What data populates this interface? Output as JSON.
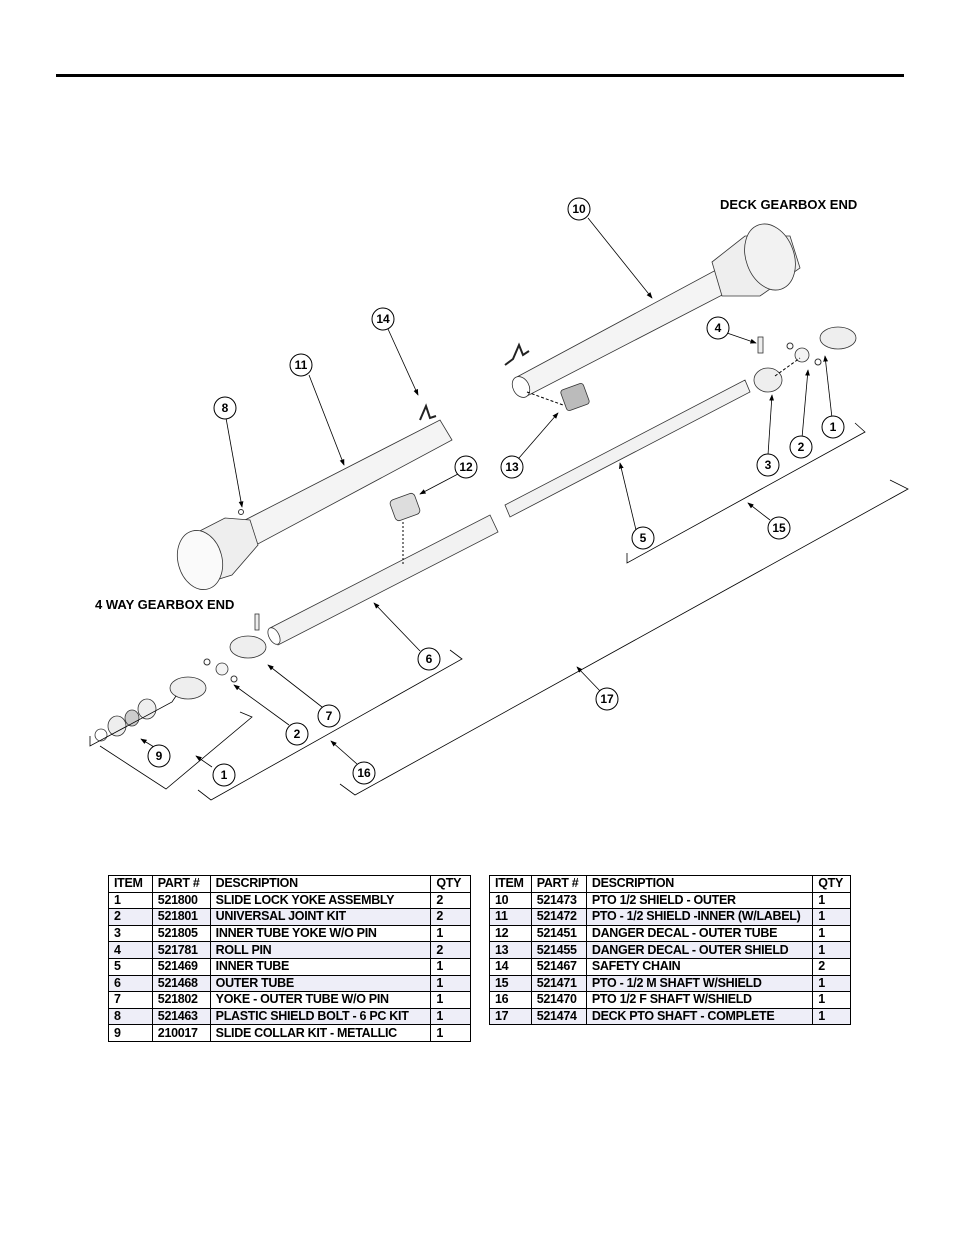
{
  "document": {
    "labels": {
      "deck_end": "DECK GEARBOX END",
      "gearbox_end": "4 WAY GEARBOX END"
    },
    "callouts": [
      "1",
      "2",
      "3",
      "4",
      "5",
      "6",
      "7",
      "8",
      "9",
      "10",
      "11",
      "12",
      "13",
      "14",
      "15",
      "16",
      "17"
    ],
    "table_headers": {
      "item": "ITEM",
      "part": "PART #",
      "description": "DESCRIPTION",
      "qty": "QTY"
    },
    "parts_left": [
      {
        "item": "1",
        "part": "521800",
        "description": "SLIDE LOCK YOKE ASSEMBLY",
        "qty": "2"
      },
      {
        "item": "2",
        "part": "521801",
        "description": "UNIVERSAL JOINT KIT",
        "qty": "2"
      },
      {
        "item": "3",
        "part": "521805",
        "description": "INNER TUBE YOKE W/O PIN",
        "qty": "1"
      },
      {
        "item": "4",
        "part": "521781",
        "description": "ROLL PIN",
        "qty": "2"
      },
      {
        "item": "5",
        "part": "521469",
        "description": "INNER TUBE",
        "qty": "1"
      },
      {
        "item": "6",
        "part": "521468",
        "description": "OUTER TUBE",
        "qty": "1"
      },
      {
        "item": "7",
        "part": "521802",
        "description": "YOKE - OUTER TUBE W/O PIN",
        "qty": "1"
      },
      {
        "item": "8",
        "part": "521463",
        "description": "PLASTIC SHIELD BOLT - 6 PC KIT",
        "qty": "1"
      },
      {
        "item": "9",
        "part": "210017",
        "description": "SLIDE COLLAR KIT - METALLIC",
        "qty": "1"
      }
    ],
    "parts_right": [
      {
        "item": "10",
        "part": "521473",
        "description": "PTO 1/2 SHIELD - OUTER",
        "qty": "1"
      },
      {
        "item": "11",
        "part": "521472",
        "description": "PTO - 1/2 SHIELD -INNER (W/LABEL)",
        "qty": "1"
      },
      {
        "item": "12",
        "part": "521451",
        "description": "DANGER DECAL - OUTER TUBE",
        "qty": "1"
      },
      {
        "item": "13",
        "part": "521455",
        "description": "DANGER DECAL - OUTER SHIELD",
        "qty": "1"
      },
      {
        "item": "14",
        "part": "521467",
        "description": "SAFETY CHAIN",
        "qty": "2"
      },
      {
        "item": "15",
        "part": "521471",
        "description": "PTO - 1/2 M SHAFT W/SHIELD",
        "qty": "1"
      },
      {
        "item": "16",
        "part": "521470",
        "description": "PTO 1/2 F SHAFT W/SHIELD",
        "qty": "1"
      },
      {
        "item": "17",
        "part": "521474",
        "description": "DECK PTO SHAFT - COMPLETE",
        "qty": "1"
      }
    ]
  }
}
